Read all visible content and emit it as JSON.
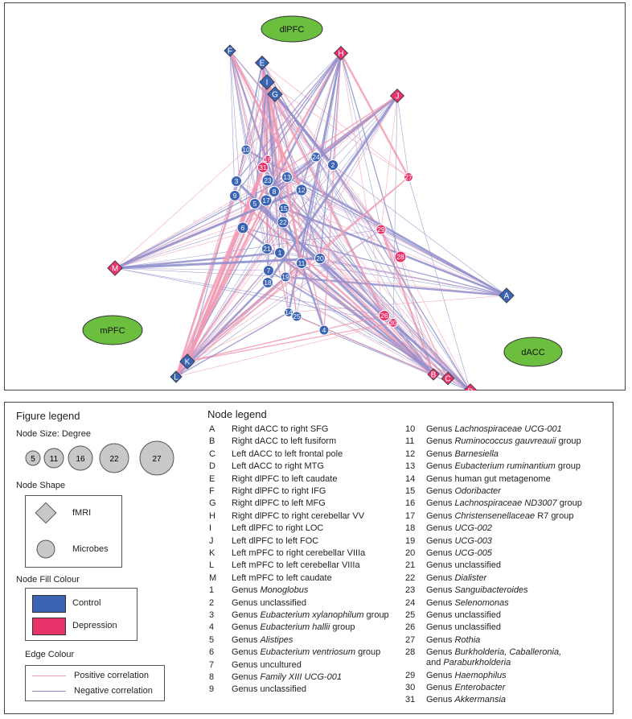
{
  "regions": [
    {
      "label": "dlPFC"
    },
    {
      "label": "mPFC"
    },
    {
      "label": "dACC"
    }
  ],
  "colors": {
    "control": "#3b64b4",
    "depression": "#e8336b",
    "positive": "#f29ab3",
    "negative": "#8f8fcc",
    "region": "#6cbe3f"
  },
  "fmri_nodes": [
    {
      "id": "A",
      "group": "control"
    },
    {
      "id": "B",
      "group": "depression"
    },
    {
      "id": "C",
      "group": "depression"
    },
    {
      "id": "D",
      "group": "depression"
    },
    {
      "id": "E",
      "group": "control"
    },
    {
      "id": "F",
      "group": "control"
    },
    {
      "id": "G",
      "group": "control"
    },
    {
      "id": "H",
      "group": "depression"
    },
    {
      "id": "I",
      "group": "control"
    },
    {
      "id": "J",
      "group": "depression"
    },
    {
      "id": "K",
      "group": "control"
    },
    {
      "id": "L",
      "group": "control"
    },
    {
      "id": "M",
      "group": "depression"
    }
  ],
  "microbe_nodes": [
    {
      "id": "1",
      "group": "control"
    },
    {
      "id": "2",
      "group": "control"
    },
    {
      "id": "3",
      "group": "control"
    },
    {
      "id": "4",
      "group": "control"
    },
    {
      "id": "5",
      "group": "control"
    },
    {
      "id": "6",
      "group": "control"
    },
    {
      "id": "7",
      "group": "control"
    },
    {
      "id": "8",
      "group": "control"
    },
    {
      "id": "9",
      "group": "control"
    },
    {
      "id": "10",
      "group": "control"
    },
    {
      "id": "11",
      "group": "control"
    },
    {
      "id": "12",
      "group": "control"
    },
    {
      "id": "13",
      "group": "control"
    },
    {
      "id": "14",
      "group": "control"
    },
    {
      "id": "15",
      "group": "control"
    },
    {
      "id": "16",
      "group": "depression"
    },
    {
      "id": "17",
      "group": "control"
    },
    {
      "id": "18",
      "group": "control"
    },
    {
      "id": "19",
      "group": "control"
    },
    {
      "id": "20",
      "group": "control"
    },
    {
      "id": "21",
      "group": "control"
    },
    {
      "id": "22",
      "group": "control"
    },
    {
      "id": "23",
      "group": "control"
    },
    {
      "id": "24",
      "group": "control"
    },
    {
      "id": "25",
      "group": "control"
    },
    {
      "id": "26",
      "group": "depression"
    },
    {
      "id": "27",
      "group": "depression"
    },
    {
      "id": "28",
      "group": "depression"
    },
    {
      "id": "29",
      "group": "depression"
    },
    {
      "id": "30",
      "group": "depression"
    },
    {
      "id": "31",
      "group": "depression"
    }
  ],
  "legend": {
    "figure_title": "Figure legend",
    "size_title": "Node Size: Degree",
    "sizes": [
      "5",
      "11",
      "16",
      "22",
      "27"
    ],
    "shape_title": "Node Shape",
    "shape_fmri": "fMRI",
    "shape_microbes": "Microbes",
    "fill_title": "Node Fill Colour",
    "fill_control": "Control",
    "fill_depression": "Depression",
    "edge_title": "Edge Colour",
    "edge_positive": "Positive correlation",
    "edge_negative": "Negative correlation",
    "node_title": "Node legend",
    "col1": [
      {
        "k": "A",
        "parts": [
          {
            "t": "Right dACC to right SFG"
          }
        ]
      },
      {
        "k": "B",
        "parts": [
          {
            "t": "Right dACC to left fusiform"
          }
        ]
      },
      {
        "k": "C",
        "parts": [
          {
            "t": "Left dACC to left frontal pole"
          }
        ]
      },
      {
        "k": "D",
        "parts": [
          {
            "t": "Left dACC to right MTG"
          }
        ]
      },
      {
        "k": "E",
        "parts": [
          {
            "t": "Right dlPFC to left caudate"
          }
        ]
      },
      {
        "k": "F",
        "parts": [
          {
            "t": "Right dlPFC to right IFG"
          }
        ]
      },
      {
        "k": "G",
        "parts": [
          {
            "t": "Right dlPFC to left MFG"
          }
        ]
      },
      {
        "k": "H",
        "parts": [
          {
            "t": "Right dlPFC to right cerebellar VV"
          }
        ]
      },
      {
        "k": "I",
        "parts": [
          {
            "t": "Left dlPFC to right LOC"
          }
        ]
      },
      {
        "k": "J",
        "parts": [
          {
            "t": "Left dlPFC to left FOC"
          }
        ]
      },
      {
        "k": "K",
        "parts": [
          {
            "t": "Left mPFC to right cerebellar VIIIa"
          }
        ]
      },
      {
        "k": "L",
        "parts": [
          {
            "t": "Left mPFC to left cerebellar VIIIa"
          }
        ]
      },
      {
        "k": "M",
        "parts": [
          {
            "t": "Left mPFC to left caudate"
          }
        ]
      },
      {
        "k": "1",
        "parts": [
          {
            "t": "Genus "
          },
          {
            "t": "Monoglobus",
            "i": true
          }
        ]
      },
      {
        "k": "2",
        "parts": [
          {
            "t": "Genus unclassified"
          }
        ]
      },
      {
        "k": "3",
        "parts": [
          {
            "t": "Genus "
          },
          {
            "t": "Eubacterium xylanophilum",
            "i": true
          },
          {
            "t": " group"
          }
        ]
      },
      {
        "k": "4",
        "parts": [
          {
            "t": "Genus "
          },
          {
            "t": "Eubacterium hallii",
            "i": true
          },
          {
            "t": " group"
          }
        ]
      },
      {
        "k": "5",
        "parts": [
          {
            "t": "Genus "
          },
          {
            "t": "Alistipes",
            "i": true
          }
        ]
      },
      {
        "k": "6",
        "parts": [
          {
            "t": "Genus "
          },
          {
            "t": "Eubacterium ventriosum",
            "i": true
          },
          {
            "t": " group"
          }
        ]
      },
      {
        "k": "7",
        "parts": [
          {
            "t": "Genus uncultured"
          }
        ]
      },
      {
        "k": "8",
        "parts": [
          {
            "t": "Genus "
          },
          {
            "t": "Family XIII UCG-001",
            "i": true
          }
        ]
      },
      {
        "k": "9",
        "parts": [
          {
            "t": "Genus unclassified"
          }
        ]
      }
    ],
    "col2": [
      {
        "k": "10",
        "parts": [
          {
            "t": "Genus "
          },
          {
            "t": "Lachnospiraceae UCG-001",
            "i": true
          }
        ]
      },
      {
        "k": "11",
        "parts": [
          {
            "t": "Genus "
          },
          {
            "t": "Ruminococcus gauvreauii",
            "i": true
          },
          {
            "t": " group"
          }
        ]
      },
      {
        "k": "12",
        "parts": [
          {
            "t": "Genus "
          },
          {
            "t": "Barnesiella",
            "i": true
          }
        ]
      },
      {
        "k": "13",
        "parts": [
          {
            "t": "Genus "
          },
          {
            "t": "Eubacterium ruminantium",
            "i": true
          },
          {
            "t": " group"
          }
        ]
      },
      {
        "k": "14",
        "parts": [
          {
            "t": "Genus human gut metagenome"
          }
        ]
      },
      {
        "k": "15",
        "parts": [
          {
            "t": "Genus "
          },
          {
            "t": "Odoribacter",
            "i": true
          }
        ]
      },
      {
        "k": "16",
        "parts": [
          {
            "t": "Genus "
          },
          {
            "t": "Lachnospiraceae ND3007",
            "i": true
          },
          {
            "t": " group"
          }
        ]
      },
      {
        "k": "17",
        "parts": [
          {
            "t": "Genus "
          },
          {
            "t": "Christensenellaceae",
            "i": true
          },
          {
            "t": " R7 group"
          }
        ]
      },
      {
        "k": "18",
        "parts": [
          {
            "t": "Genus "
          },
          {
            "t": "UCG-002",
            "i": true
          }
        ]
      },
      {
        "k": "19",
        "parts": [
          {
            "t": "Genus "
          },
          {
            "t": "UCG-003",
            "i": true
          }
        ]
      },
      {
        "k": "20",
        "parts": [
          {
            "t": "Genus "
          },
          {
            "t": "UCG-005",
            "i": true
          }
        ]
      },
      {
        "k": "21",
        "parts": [
          {
            "t": "Genus unclassified"
          }
        ]
      },
      {
        "k": "22",
        "parts": [
          {
            "t": "Genus "
          },
          {
            "t": "Dialister",
            "i": true
          }
        ]
      },
      {
        "k": "23",
        "parts": [
          {
            "t": "Genus "
          },
          {
            "t": "Sanguibacteroides",
            "i": true
          }
        ]
      },
      {
        "k": "24",
        "parts": [
          {
            "t": "Genus "
          },
          {
            "t": "Selenomonas",
            "i": true
          }
        ]
      },
      {
        "k": "25",
        "parts": [
          {
            "t": "Genus unclassified"
          }
        ]
      },
      {
        "k": "26",
        "parts": [
          {
            "t": "Genus unclassified"
          }
        ]
      },
      {
        "k": "27",
        "parts": [
          {
            "t": "Genus "
          },
          {
            "t": "Rothia",
            "i": true
          }
        ]
      },
      {
        "k": "28",
        "parts": [
          {
            "t": "Genus "
          },
          {
            "t": "Burkholderia, Caballeronia,",
            "i": true
          }
        ],
        "parts2": [
          {
            "t": "and "
          },
          {
            "t": "Paraburkholderia",
            "i": true
          }
        ]
      },
      {
        "k": "29",
        "parts": [
          {
            "t": "Genus "
          },
          {
            "t": "Haemophilus",
            "i": true
          }
        ]
      },
      {
        "k": "30",
        "parts": [
          {
            "t": "Genus "
          },
          {
            "t": "Enterobacter",
            "i": true
          }
        ]
      },
      {
        "k": "31",
        "parts": [
          {
            "t": "Genus "
          },
          {
            "t": "Akkermansia",
            "i": true
          }
        ]
      }
    ]
  }
}
